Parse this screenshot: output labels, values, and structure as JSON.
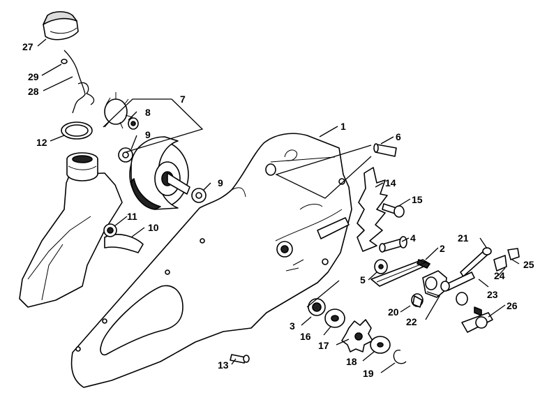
{
  "diagram": {
    "callouts": [
      {
        "id": "c1",
        "text": "1"
      },
      {
        "id": "c2",
        "text": "2"
      },
      {
        "id": "c3",
        "text": "3"
      },
      {
        "id": "c4",
        "text": "4"
      },
      {
        "id": "c5",
        "text": "5"
      },
      {
        "id": "c6",
        "text": "6"
      },
      {
        "id": "c7",
        "text": "7"
      },
      {
        "id": "c8",
        "text": "8"
      },
      {
        "id": "c9a",
        "text": "9"
      },
      {
        "id": "c9b",
        "text": "9"
      },
      {
        "id": "c10",
        "text": "10"
      },
      {
        "id": "c11",
        "text": "11"
      },
      {
        "id": "c12",
        "text": "12"
      },
      {
        "id": "c13",
        "text": "13"
      },
      {
        "id": "c14",
        "text": "14"
      },
      {
        "id": "c15",
        "text": "15"
      },
      {
        "id": "c16",
        "text": "16"
      },
      {
        "id": "c17",
        "text": "17"
      },
      {
        "id": "c18",
        "text": "18"
      },
      {
        "id": "c19",
        "text": "19"
      },
      {
        "id": "c20",
        "text": "20"
      },
      {
        "id": "c21",
        "text": "21"
      },
      {
        "id": "c22",
        "text": "22"
      },
      {
        "id": "c23",
        "text": "23"
      },
      {
        "id": "c24",
        "text": "24"
      },
      {
        "id": "c25",
        "text": "25"
      },
      {
        "id": "c26",
        "text": "26"
      },
      {
        "id": "c27",
        "text": "27"
      },
      {
        "id": "c28",
        "text": "28"
      },
      {
        "id": "c29",
        "text": "29"
      }
    ],
    "colors": {
      "ink": "#000000",
      "paper": "#ffffff",
      "shade": "#222222"
    }
  }
}
